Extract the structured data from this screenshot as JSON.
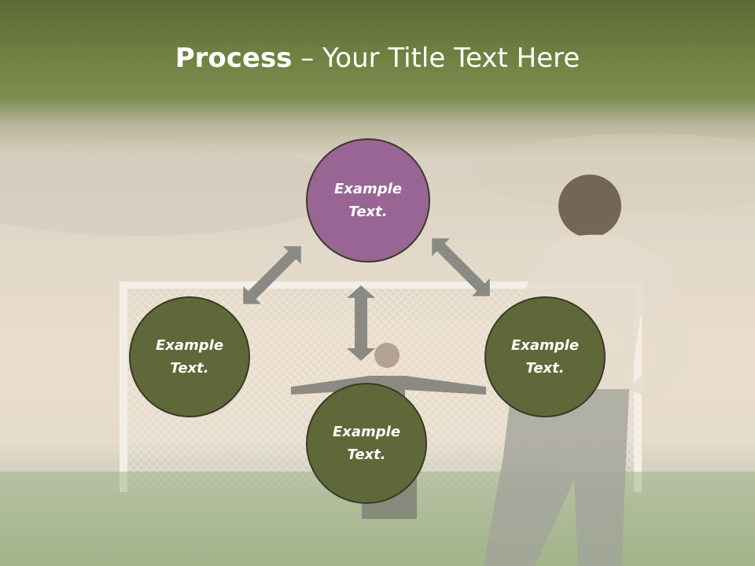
{
  "slide": {
    "title_bold": "Process",
    "title_rest": " – Your Title Text Here"
  },
  "nodes": {
    "top": "Example\nText.",
    "left": "Example\nText.",
    "right": "Example\nText.",
    "bottom": "Example\nText."
  },
  "colors": {
    "header_green": "#6f8040",
    "node_green": "#5f6838",
    "node_purple": "#996595",
    "arrow_gray": "#8a8a85"
  }
}
